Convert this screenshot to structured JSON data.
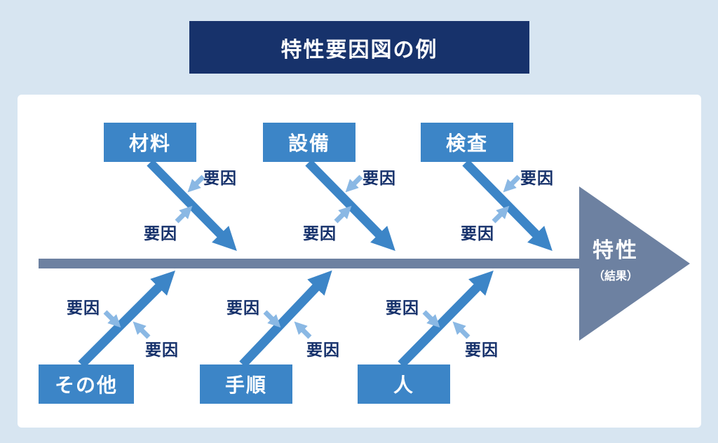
{
  "title": "特性要因図の例",
  "factor_label": "要因",
  "effect": {
    "label": "特性",
    "sublabel": "（結果）"
  },
  "top_causes": [
    {
      "label": "材料"
    },
    {
      "label": "設備"
    },
    {
      "label": "検査"
    }
  ],
  "bottom_causes": [
    {
      "label": "その他"
    },
    {
      "label": "手順"
    },
    {
      "label": "人"
    }
  ],
  "colors": {
    "page_bg": "#d7e5f1",
    "title_bg": "#17326b",
    "panel_bg": "#ffffff",
    "cause_box_bg": "#3c85c7",
    "branch_blue": "#3c85c7",
    "small_arrow_blue": "#8ab8e4",
    "spine_slate": "#6d81a1",
    "factor_text": "#16316b",
    "box_text": "#ffffff"
  }
}
